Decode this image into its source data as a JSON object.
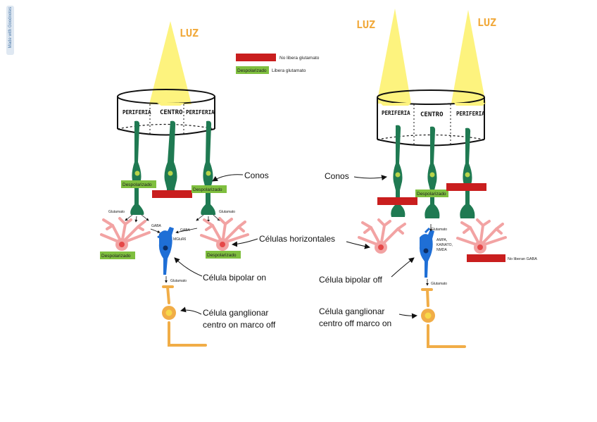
{
  "sidebar_tab": "Made with Goodnotes",
  "colors": {
    "light": "#fdf37e",
    "cone": "#1f7a52",
    "cone_dot": "#b7d34a",
    "horizontal": "#f2a3a3",
    "horizontal_nucleus": "#e54848",
    "bipolar": "#1f6fd6",
    "bipolar_nucleus": "#0c2f66",
    "ganglion": "#f1ad47",
    "ganglion_nucleus": "#f7d84a",
    "red_label": "#c91e1e",
    "green_label": "#7fbf3f",
    "luz_text": "#f1a93a"
  },
  "legend": {
    "red_desc": "No libera glutamato",
    "green_label": "Despolarizado",
    "green_desc": "Libera glutamato"
  },
  "left": {
    "luz": "LUZ",
    "cylinder": {
      "periferia_left": "PERIFERIA",
      "centro": "CENTRO",
      "periferia_right": "PERIFERIA"
    },
    "cone_left_label": "Despolarizado",
    "cone_right_label": "Despolarizado",
    "hc_left_label": "Despolarizado",
    "hc_right_label": "Despolarizado",
    "glutamato_left": "Glutamato",
    "glutamato_right": "Glutamato",
    "gaba_left": "GABA",
    "gaba_right": "GABA",
    "receptor": "MGluR6",
    "glutamato_bipolar": "Glutamato",
    "conos": "Conos",
    "celulas_horizontales": "Células horizontales",
    "celula_bipolar": "Célula bipolar on",
    "ganglionar_line1": "Célula ganglionar",
    "ganglionar_line2": "centro on marco off"
  },
  "right": {
    "luz_left": "LUZ",
    "luz_right": "LUZ",
    "cylinder": {
      "periferia_left": "PERIFERIA",
      "centro": "CENTRO",
      "periferia_right": "PERIFERIA"
    },
    "cone_center_label": "Despolarizado",
    "glutamato": "Glutamato",
    "receptors": [
      "AMPA,",
      "KAINATO,",
      "NMDA"
    ],
    "hc_right_desc": "No liberan GABA",
    "glutamato_bipolar": "Glutamato",
    "conos": "Conos",
    "celula_bipolar": "Célula bipolar off",
    "ganglionar_line1": "Célula ganglionar",
    "ganglionar_line2": "centro off marco on"
  }
}
